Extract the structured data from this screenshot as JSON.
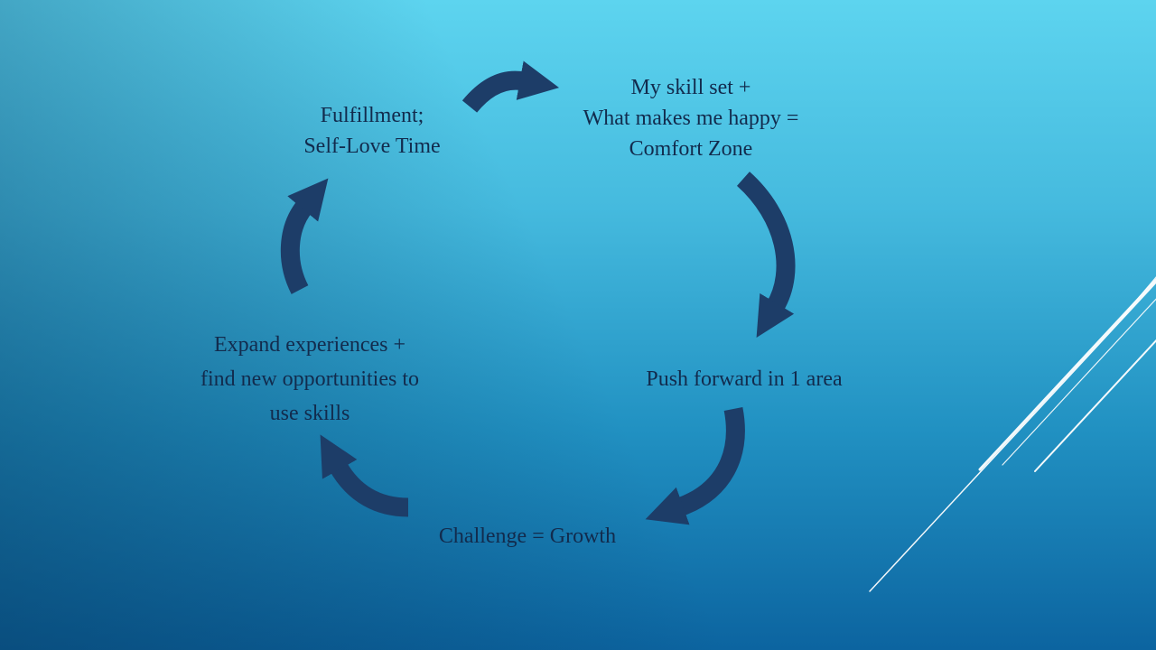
{
  "slide": {
    "background": {
      "top": "#5dd4ef",
      "upper_mid": "#45bade",
      "lower_mid": "#2191c2",
      "bottom": "#0c64a0",
      "corner_shade": "#06385e"
    },
    "arrow_color": "#1d3d68",
    "text_color": "#122b4d",
    "decor_line_color": "#ffffff"
  },
  "cycle": {
    "nodes": [
      {
        "id": "comfort-zone",
        "lines": [
          "My skill set +",
          "What makes me happy =",
          "Comfort Zone"
        ]
      },
      {
        "id": "push-forward",
        "lines": [
          "Push forward in 1 area"
        ]
      },
      {
        "id": "challenge-growth",
        "lines": [
          "Challenge = Growth"
        ]
      },
      {
        "id": "expand-experiences",
        "lines": [
          "Expand experiences +",
          "find new opportunities to",
          "use skills"
        ]
      },
      {
        "id": "fulfillment",
        "lines": [
          "Fulfillment;",
          "Self-Love Time"
        ]
      }
    ],
    "arrows": [
      {
        "from": "fulfillment",
        "to": "comfort-zone"
      },
      {
        "from": "comfort-zone",
        "to": "push-forward"
      },
      {
        "from": "push-forward",
        "to": "challenge-growth"
      },
      {
        "from": "challenge-growth",
        "to": "expand-experiences"
      },
      {
        "from": "expand-experiences",
        "to": "fulfillment"
      }
    ]
  }
}
